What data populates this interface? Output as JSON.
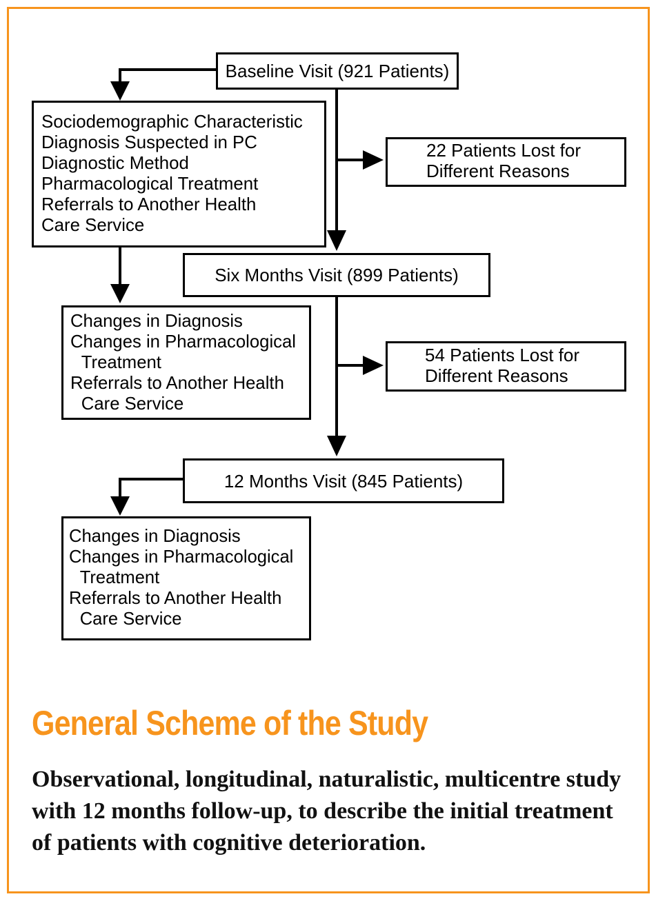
{
  "flowchart": {
    "baseline": "Baseline Visit (921 Patients)",
    "baseline_details": [
      "Sociodemographic Characteristic",
      "Diagnosis Suspected in PC",
      "Diagnostic Method",
      "Pharmacological Treatment",
      "Referrals to Another Health",
      "Care Service"
    ],
    "lost_1": [
      "22 Patients Lost for",
      "Different Reasons"
    ],
    "six_months": "Six Months Visit (899 Patients)",
    "six_months_details": [
      "Changes in Diagnosis",
      "Changes in Pharmacological",
      "Treatment",
      "Referrals to Another Health",
      "Care Service"
    ],
    "lost_2": [
      "54 Patients Lost for",
      "Different Reasons"
    ],
    "twelve_months": "12 Months Visit (845 Patients)",
    "twelve_months_details": [
      "Changes in Diagnosis",
      "Changes in Pharmacological",
      "Treatment",
      "Referrals to Another Health",
      "Care Service"
    ]
  },
  "title": "General Scheme of the Study",
  "description": "Observational, longitudinal, naturalistic, multicentre study with 12 months follow-up, to describe the initial treatment of patients with cognitive deterioration.",
  "colors": {
    "accent": "#f7941d",
    "line": "#000000"
  }
}
